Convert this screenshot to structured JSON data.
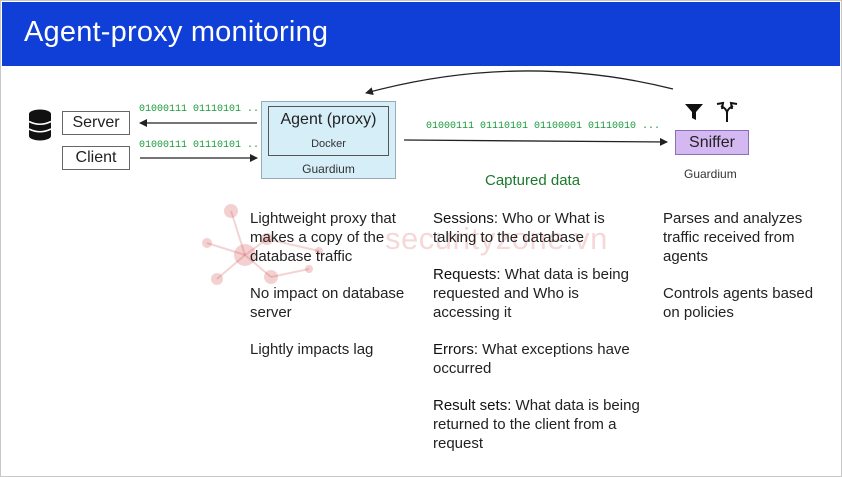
{
  "slide": {
    "title": "Agent-proxy monitoring"
  },
  "diagram": {
    "server_label": "Server",
    "client_label": "Client",
    "binary_short_1": "01000111 01110101 ...",
    "binary_short_2": "01000111 01110101 ...",
    "binary_long": "01000111 01110101 01100001 01110010 ...",
    "agent_label": "Agent (proxy)",
    "docker_label": "Docker",
    "agent_guardium_label": "Guardium",
    "sniffer_label": "Sniffer",
    "sniffer_guardium_label": "Guardium",
    "captured_label": "Captured data",
    "icons": [
      "database-icon",
      "filter-icon",
      "split-arrow-icon"
    ],
    "colors": {
      "title_bar": "#0f3fd6",
      "agent_box": "#d6eef8",
      "sniffer_box": "#d3b8f2",
      "binary_text": "#1a9a3a"
    }
  },
  "agent_column": {
    "items": [
      "Lightweight proxy that makes a copy of the database traffic",
      "No impact on database server",
      "Lightly impacts lag"
    ]
  },
  "captured_column": {
    "items": [
      {
        "term": "Sessions:",
        "text": " Who or What is talking to the database"
      },
      {
        "term": "Requests:",
        "text": " What data is being requested and Who is accessing it"
      },
      {
        "term": "Errors:",
        "text": " What exceptions have occurred"
      },
      {
        "term": "Result sets:",
        "text": " What data is being returned to the client from a request"
      }
    ]
  },
  "sniffer_column": {
    "items": [
      "Parses and analyzes traffic received from agents",
      "Controls agents based on policies"
    ]
  },
  "watermark": {
    "text": "securityzone.vn"
  }
}
